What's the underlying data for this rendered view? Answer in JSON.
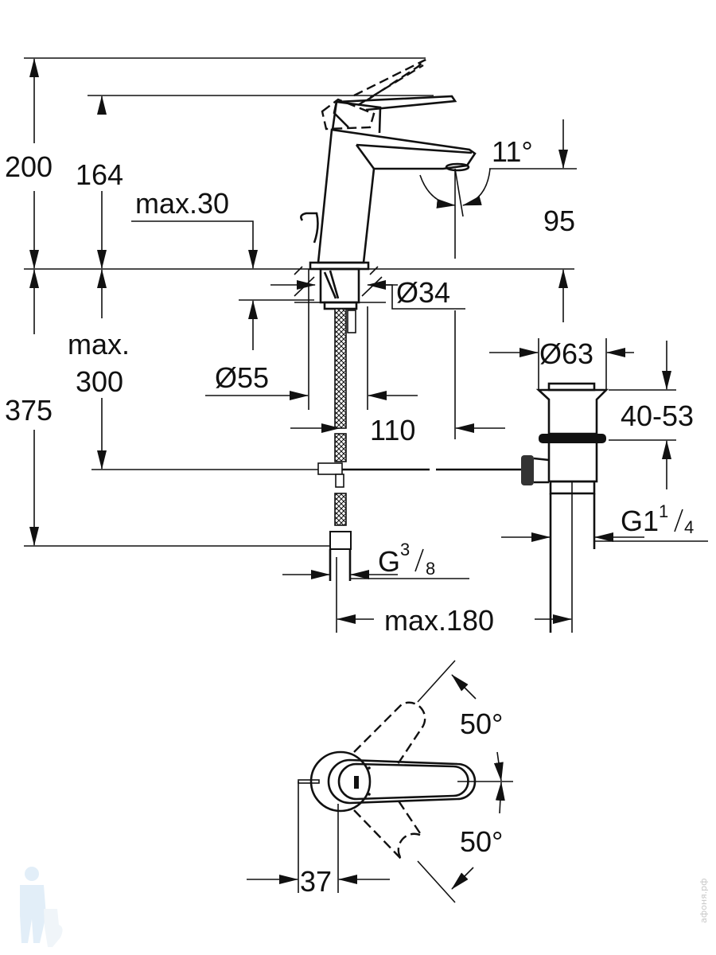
{
  "dimensions": {
    "total_height": "200",
    "lever_height": "164",
    "max_deck": "max.30",
    "spout_angle": "11°",
    "spout_height": "95",
    "hole_diameter": "Ø34",
    "max_label": "max.",
    "max_300": "300",
    "below_deck": "375",
    "base_diameter": "Ø55",
    "spout_reach": "110",
    "drain_diameter": "Ø63",
    "drain_range": "40-53",
    "drain_thread": "G1",
    "drain_thread_num": "1",
    "drain_thread_den": "4",
    "hose_thread": "G",
    "hose_thread_num": "3",
    "hose_thread_den": "8",
    "max_180": "max.180",
    "angle_upper": "50°",
    "angle_lower": "50°",
    "lever_offset": "37"
  },
  "watermark": "афоня.рф"
}
